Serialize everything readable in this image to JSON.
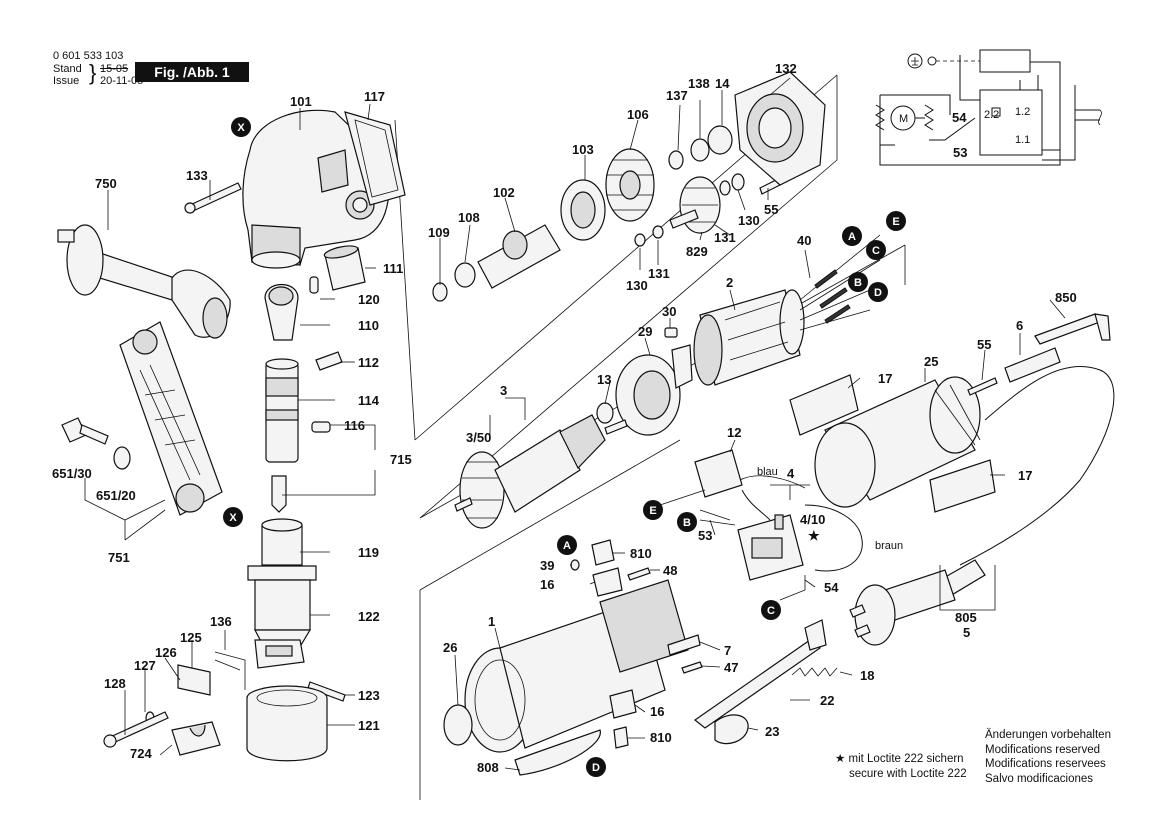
{
  "header": {
    "part_number": "0 601 533 103",
    "stand_label": "Stand",
    "issue_label": "Issue",
    "old_date": "15-05",
    "new_date": "20-11-05",
    "figure_label": "Fig. /Abb. 1"
  },
  "labels": {
    "p101": "101",
    "p117": "117",
    "p133": "133",
    "p111": "111",
    "p120": "120",
    "p110": "110",
    "p112": "112",
    "p114": "114",
    "p116": "116",
    "p715": "715",
    "p119": "119",
    "p122": "122",
    "p136": "136",
    "p125": "125",
    "p126": "126",
    "p127": "127",
    "p128": "128",
    "p123": "123",
    "p121": "121",
    "p724": "724",
    "p750": "750",
    "p651_30": "651/30",
    "p651_20": "651/20",
    "p751": "751",
    "p109": "109",
    "p108": "108",
    "p102": "102",
    "p103": "103",
    "p106": "106",
    "p137": "137",
    "p138": "138",
    "p14": "14",
    "p132": "132",
    "p829": "829",
    "p131a": "131",
    "p131b": "131",
    "p130a": "130",
    "p130b": "130",
    "p55a": "55",
    "p40": "40",
    "p2": "2",
    "p30": "30",
    "p29": "29",
    "p13": "13",
    "p3": "3",
    "p3_50": "3/50",
    "p850": "850",
    "p6": "6",
    "p55b": "55",
    "p25": "25",
    "p17a": "17",
    "p17b": "17",
    "p12": "12",
    "p4": "4",
    "p4_10": "4/10",
    "p53": "53",
    "p54": "54",
    "p810a": "810",
    "p39": "39",
    "p48": "48",
    "p16a": "16",
    "p1": "1",
    "p26": "26",
    "p7": "7",
    "p47": "47",
    "p18": "18",
    "p22": "22",
    "p16b": "16",
    "p810b": "810",
    "p23": "23",
    "p808": "808",
    "p805": "805",
    "p5": "5",
    "blau": "blau",
    "braun": "braun",
    "sch54": "54",
    "sch53": "53",
    "sch22": "2.2",
    "sch12": "1.2",
    "sch11": "1.1",
    "schM": "M"
  },
  "markers": {
    "X": "X",
    "A": "A",
    "B": "B",
    "C": "C",
    "D": "D",
    "E": "E"
  },
  "notes": {
    "lines": [
      "Änderungen vorbehalten",
      "Modifications reserved",
      "Modifications reservees",
      "Salvo modificaciones"
    ],
    "star_line1": "★ mit Loctite 222 sichern",
    "star_line2": "secure with Loctite 222"
  }
}
